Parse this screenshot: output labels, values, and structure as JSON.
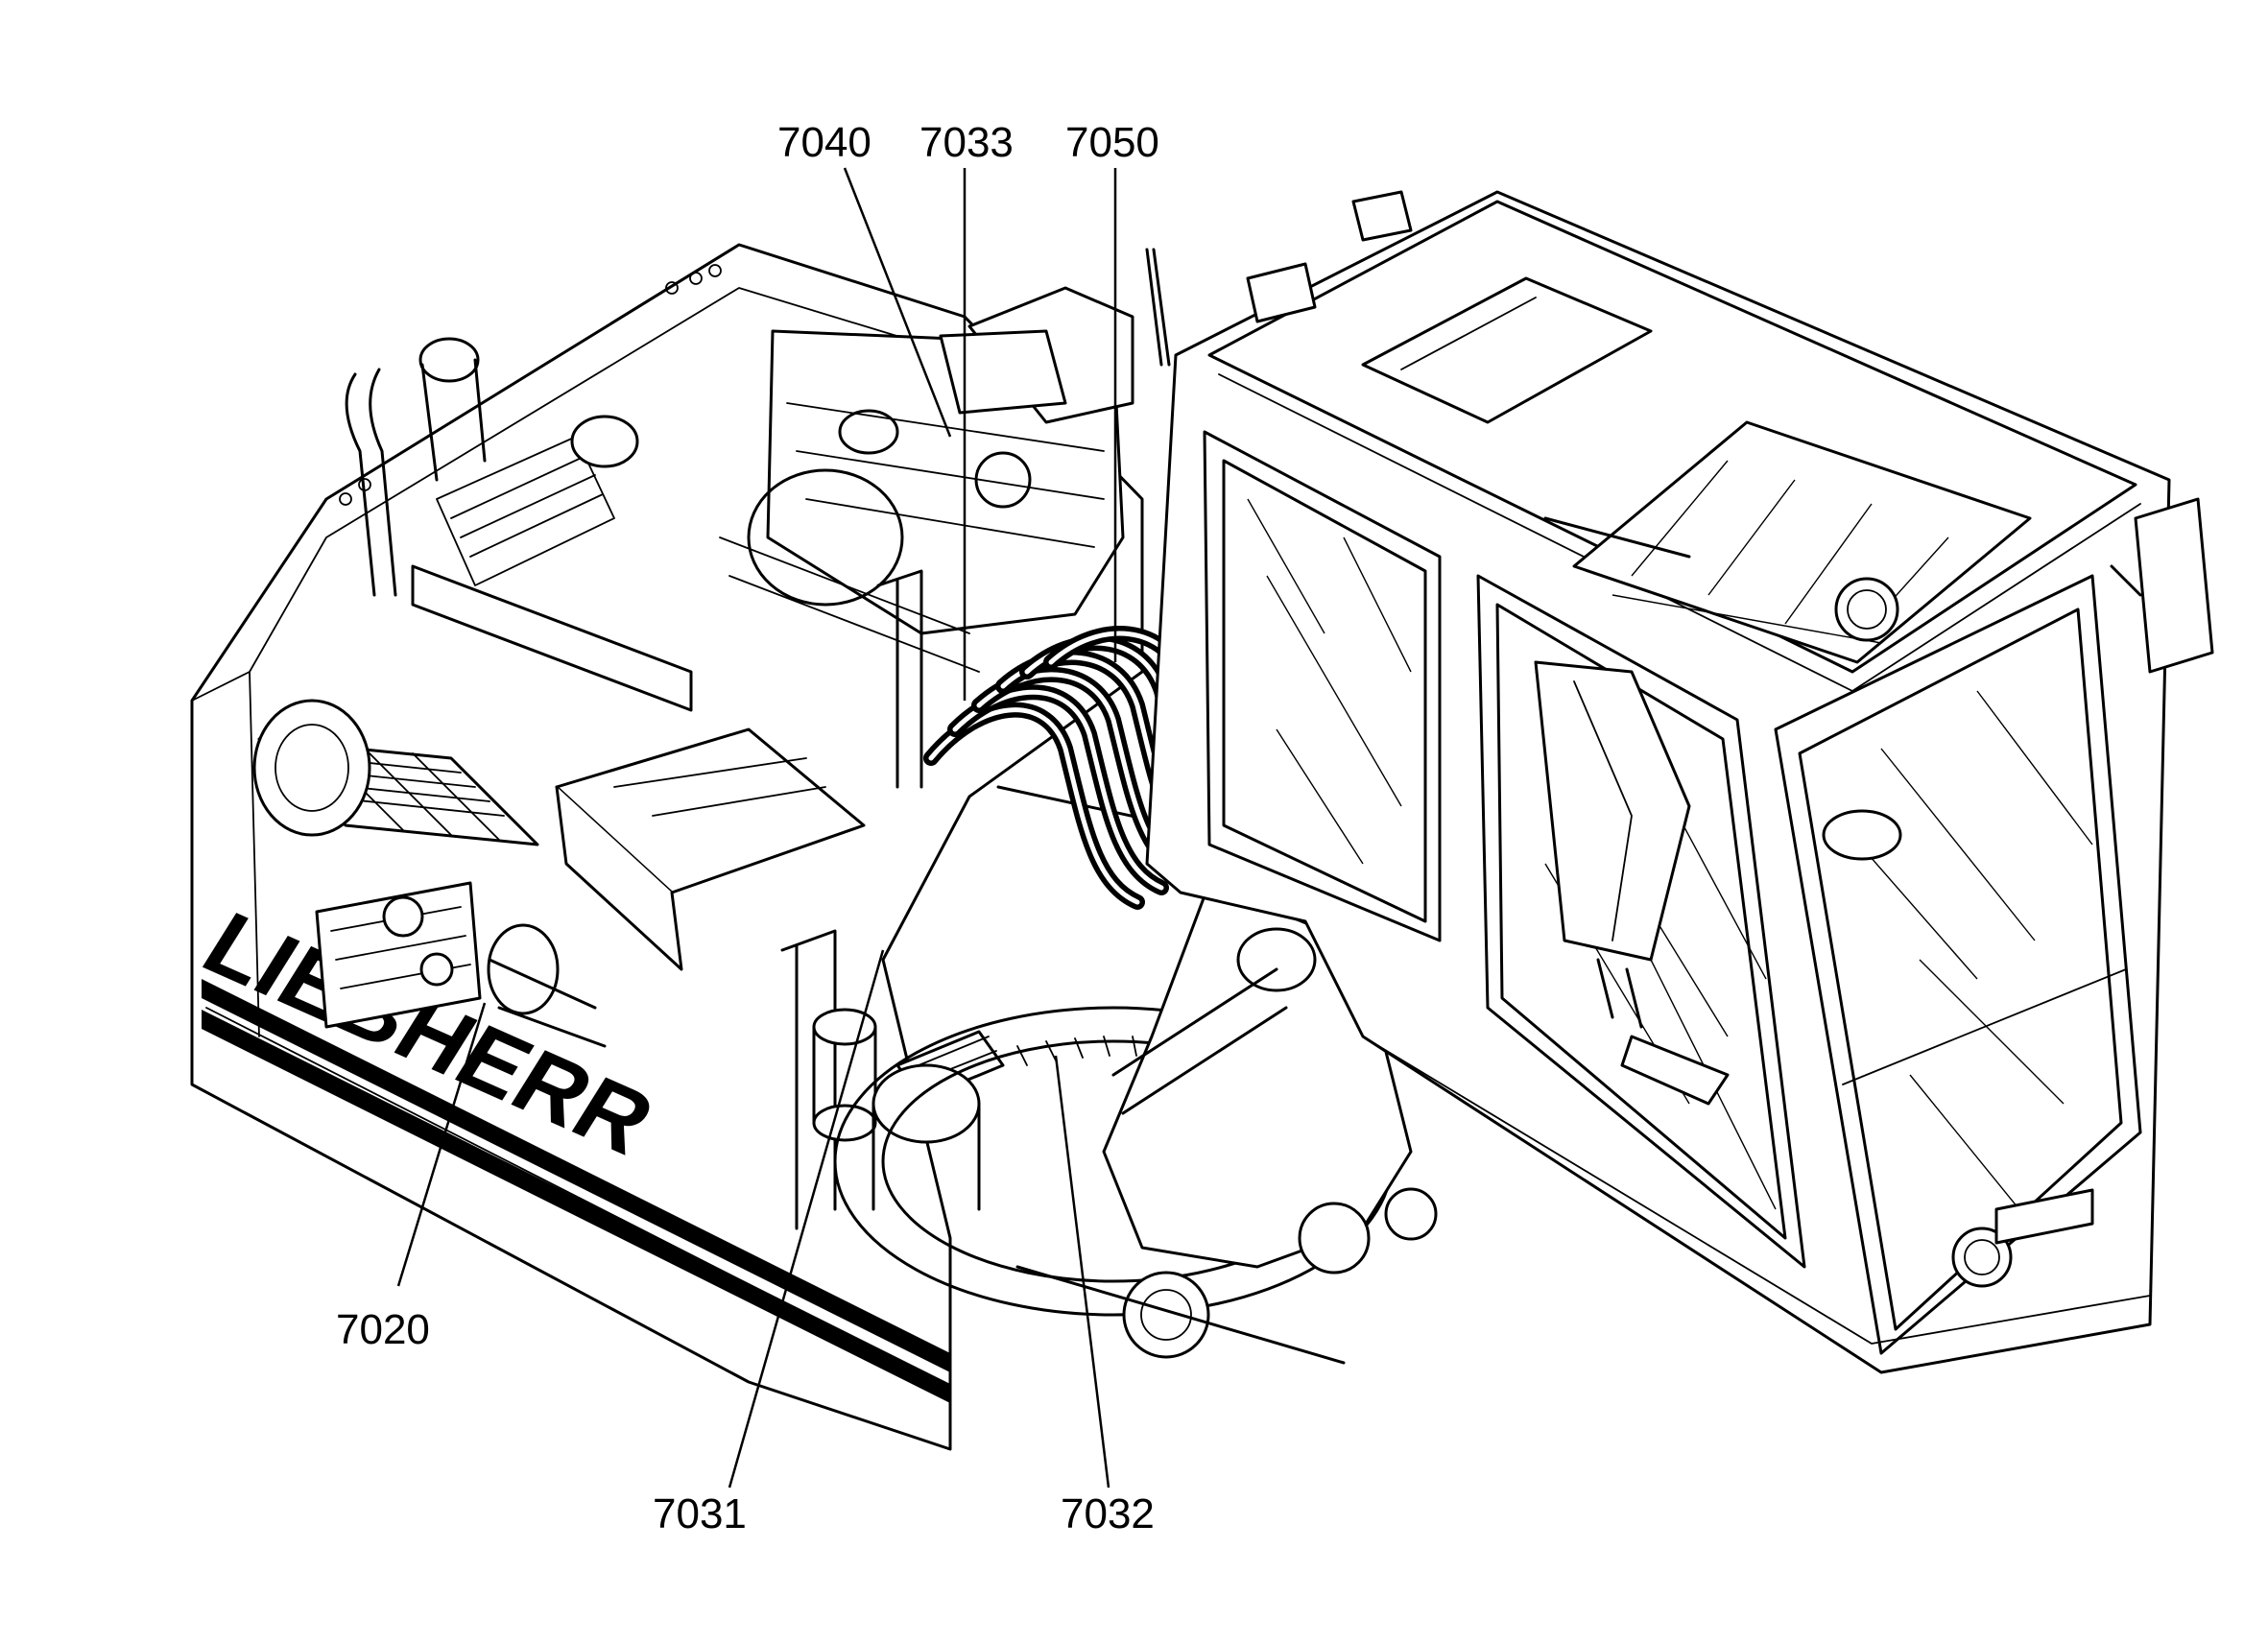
{
  "brand_text": "LIEBHERR",
  "callouts": [
    {
      "id": "7040",
      "label": "7040"
    },
    {
      "id": "7033",
      "label": "7033"
    },
    {
      "id": "7050",
      "label": "7050"
    },
    {
      "id": "7020",
      "label": "7020"
    },
    {
      "id": "7031",
      "label": "7031"
    },
    {
      "id": "7032",
      "label": "7032"
    }
  ],
  "colors": {
    "line": "#000000",
    "background": "#ffffff"
  }
}
